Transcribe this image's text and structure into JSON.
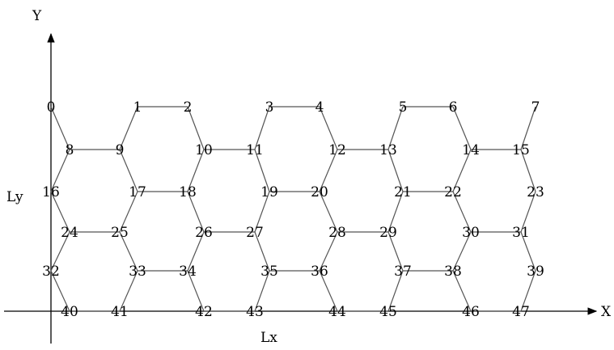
{
  "axes": {
    "x_label": "X",
    "y_label": "Y",
    "span_x_label": "Lx",
    "span_y_label": "Ly"
  },
  "nodes": [
    {
      "id": 0,
      "label": "0"
    },
    {
      "id": 1,
      "label": "1"
    },
    {
      "id": 2,
      "label": "2"
    },
    {
      "id": 3,
      "label": "3"
    },
    {
      "id": 4,
      "label": "4"
    },
    {
      "id": 5,
      "label": "5"
    },
    {
      "id": 6,
      "label": "6"
    },
    {
      "id": 7,
      "label": "7"
    },
    {
      "id": 8,
      "label": "8"
    },
    {
      "id": 9,
      "label": "9"
    },
    {
      "id": 10,
      "label": "10"
    },
    {
      "id": 11,
      "label": "11"
    },
    {
      "id": 12,
      "label": "12"
    },
    {
      "id": 13,
      "label": "13"
    },
    {
      "id": 14,
      "label": "14"
    },
    {
      "id": 15,
      "label": "15"
    },
    {
      "id": 16,
      "label": "16"
    },
    {
      "id": 17,
      "label": "17"
    },
    {
      "id": 18,
      "label": "18"
    },
    {
      "id": 19,
      "label": "19"
    },
    {
      "id": 20,
      "label": "20"
    },
    {
      "id": 21,
      "label": "21"
    },
    {
      "id": 22,
      "label": "22"
    },
    {
      "id": 23,
      "label": "23"
    },
    {
      "id": 24,
      "label": "24"
    },
    {
      "id": 25,
      "label": "25"
    },
    {
      "id": 26,
      "label": "26"
    },
    {
      "id": 27,
      "label": "27"
    },
    {
      "id": 28,
      "label": "28"
    },
    {
      "id": 29,
      "label": "29"
    },
    {
      "id": 30,
      "label": "30"
    },
    {
      "id": 31,
      "label": "31"
    },
    {
      "id": 32,
      "label": "32"
    },
    {
      "id": 33,
      "label": "33"
    },
    {
      "id": 34,
      "label": "34"
    },
    {
      "id": 35,
      "label": "35"
    },
    {
      "id": 36,
      "label": "36"
    },
    {
      "id": 37,
      "label": "37"
    },
    {
      "id": 38,
      "label": "38"
    },
    {
      "id": 39,
      "label": "39"
    },
    {
      "id": 40,
      "label": "40"
    },
    {
      "id": 41,
      "label": "41"
    },
    {
      "id": 42,
      "label": "42"
    },
    {
      "id": 43,
      "label": "43"
    },
    {
      "id": 44,
      "label": "44"
    },
    {
      "id": 45,
      "label": "45"
    },
    {
      "id": 46,
      "label": "46"
    },
    {
      "id": 47,
      "label": "47"
    }
  ],
  "edges": [
    [
      0,
      8
    ],
    [
      1,
      2
    ],
    [
      1,
      9
    ],
    [
      2,
      10
    ],
    [
      3,
      4
    ],
    [
      3,
      11
    ],
    [
      4,
      12
    ],
    [
      5,
      6
    ],
    [
      5,
      13
    ],
    [
      6,
      14
    ],
    [
      7,
      15
    ],
    [
      8,
      9
    ],
    [
      8,
      16
    ],
    [
      9,
      17
    ],
    [
      10,
      11
    ],
    [
      10,
      18
    ],
    [
      11,
      19
    ],
    [
      12,
      13
    ],
    [
      12,
      20
    ],
    [
      13,
      21
    ],
    [
      14,
      15
    ],
    [
      14,
      22
    ],
    [
      15,
      23
    ],
    [
      16,
      24
    ],
    [
      17,
      18
    ],
    [
      17,
      25
    ],
    [
      18,
      26
    ],
    [
      19,
      20
    ],
    [
      19,
      27
    ],
    [
      20,
      28
    ],
    [
      21,
      22
    ],
    [
      21,
      29
    ],
    [
      22,
      30
    ],
    [
      23,
      31
    ],
    [
      24,
      25
    ],
    [
      24,
      32
    ],
    [
      25,
      33
    ],
    [
      26,
      27
    ],
    [
      26,
      34
    ],
    [
      27,
      35
    ],
    [
      28,
      29
    ],
    [
      28,
      36
    ],
    [
      29,
      37
    ],
    [
      30,
      31
    ],
    [
      30,
      38
    ],
    [
      31,
      39
    ],
    [
      32,
      40
    ],
    [
      33,
      34
    ],
    [
      33,
      41
    ],
    [
      34,
      42
    ],
    [
      35,
      36
    ],
    [
      35,
      43
    ],
    [
      36,
      44
    ],
    [
      37,
      38
    ],
    [
      37,
      45
    ],
    [
      38,
      46
    ],
    [
      39,
      47
    ],
    [
      40,
      41
    ],
    [
      42,
      43
    ],
    [
      44,
      45
    ],
    [
      46,
      47
    ]
  ]
}
